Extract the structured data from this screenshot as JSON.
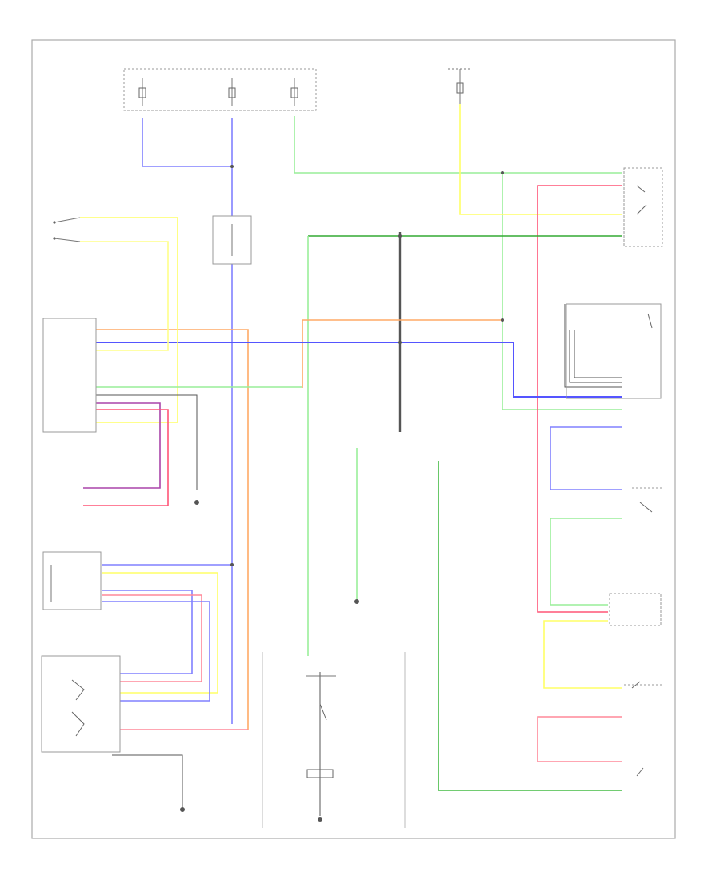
{
  "diagram": {
    "footer_code": "",
    "colors": {
      "blue": "#8080ff",
      "yellow": "#ffff66",
      "green": "#99ee99",
      "red": "#ff5577",
      "pink": "#ff99aa",
      "dark_green": "#33aa33",
      "orange": "#ffaa66",
      "magenta": "#aa44aa",
      "black": "#555555"
    },
    "fuse_box_label": "",
    "components": [
      {
        "key": "fuse_box",
        "label": ""
      },
      {
        "key": "fuse_right",
        "label": ""
      },
      {
        "key": "relay_left",
        "label": ""
      },
      {
        "key": "ac_switch",
        "label": ""
      },
      {
        "key": "ecm",
        "label": ""
      },
      {
        "key": "thermistor",
        "label": ""
      },
      {
        "key": "blower_switch",
        "label": ""
      },
      {
        "key": "right_relay",
        "label": ""
      },
      {
        "key": "thermo_switch",
        "label": ""
      },
      {
        "key": "dual_pressure",
        "label": ""
      },
      {
        "key": "pcm",
        "label": ""
      },
      {
        "key": "compressor",
        "label": ""
      },
      {
        "key": "fan_motor",
        "label": ""
      },
      {
        "key": "ground_label",
        "label": ""
      }
    ]
  }
}
